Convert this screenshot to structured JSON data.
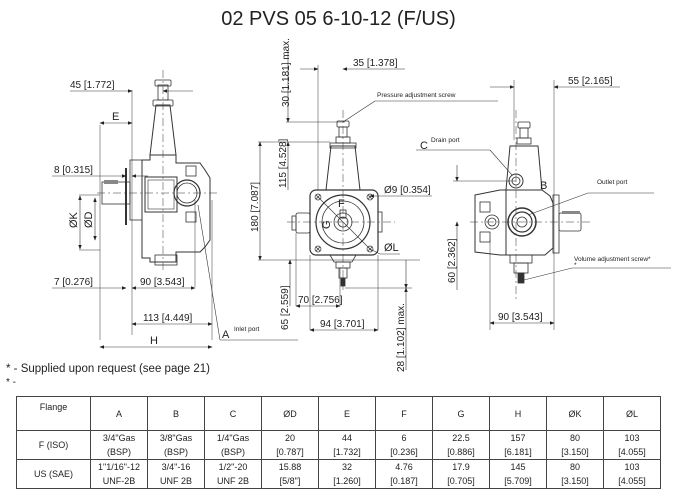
{
  "title": "02 PVS 05 6-10-12 (F/US)",
  "views": {
    "left": {
      "dims": {
        "d45": "45 [1.772]",
        "e": "E",
        "d8": "8 [0.315]",
        "k": "ØK",
        "d": "ØD",
        "d7": "7 [0.276]",
        "d90": "90 [3.543]",
        "d113": "113 [4.449]",
        "h": "H",
        "a": "A"
      },
      "labels": {
        "inlet": "Inlet port"
      }
    },
    "center": {
      "dims": {
        "d30": "30 [1.181] max.",
        "d35": "35 [1.378]",
        "d115": "115 [4.528]",
        "d180": "180 [7.087]",
        "d9": "Ø9 [0.354]",
        "f": "F",
        "g": "G",
        "l": "ØL",
        "d65": "65 [2.559]",
        "d70": "70 [2.756]",
        "d94": "94 [3.701]",
        "d28": "28 [1.102] max."
      },
      "labels": {
        "pressure": "Pressure adjustment screw"
      }
    },
    "right": {
      "dims": {
        "d55": "55 [2.165]",
        "c": "C",
        "b": "B",
        "d60": "60 [2.362]",
        "d90": "90 [3.543]"
      },
      "labels": {
        "drain": "Drain port",
        "outlet": "Outlet port",
        "volume": "Volume adjustment screw*",
        "volume_star": "*"
      }
    }
  },
  "notes": {
    "line1": "* - Supplied upon request (see page 21)",
    "line2": "* -"
  },
  "table": {
    "headers": [
      "Flange",
      "A",
      "B",
      "C",
      "ØD",
      "E",
      "F",
      "G",
      "H",
      "ØK",
      "ØL"
    ],
    "rows": [
      {
        "flange": "F (ISO)",
        "cells": [
          [
            "3/4\"Gas",
            "(BSP)"
          ],
          [
            "3/8\"Gas",
            "(BSP)"
          ],
          [
            "1/4\"Gas",
            "(BSP)"
          ],
          [
            "20",
            "[0.787]"
          ],
          [
            "44",
            "[1.732]"
          ],
          [
            "6",
            "[0.236]"
          ],
          [
            "22.5",
            "[0.886]"
          ],
          [
            "157",
            "[6.181]"
          ],
          [
            "80",
            "[3.150]"
          ],
          [
            "103",
            "[4.055]"
          ]
        ]
      },
      {
        "flange": "US (SAE)",
        "cells": [
          [
            "1\"1/16\"-12",
            "UNF-2B"
          ],
          [
            "3/4\"-16",
            "UNF 2B"
          ],
          [
            "1/2\"-20",
            "UNF 2B"
          ],
          [
            "15.88",
            "[5/8\"]"
          ],
          [
            "32",
            "[1.260]"
          ],
          [
            "4.76",
            "[0.187]"
          ],
          [
            "17.9",
            "[0.705]"
          ],
          [
            "145",
            "[5.709]"
          ],
          [
            "80",
            "[3.150]"
          ],
          [
            "103",
            "[4.055]"
          ]
        ]
      }
    ]
  }
}
